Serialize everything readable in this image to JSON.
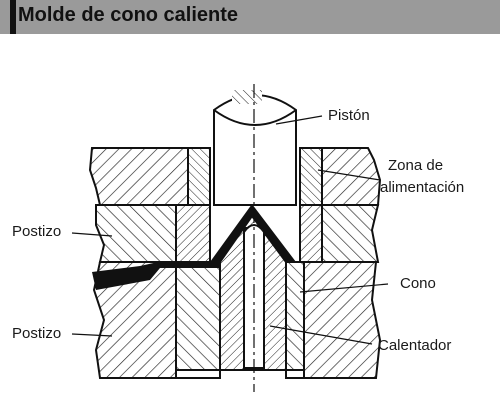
{
  "title": "Molde de cono caliente",
  "header_ghost_text": "...",
  "labels": {
    "piston": "Pistón",
    "feed_zone_1": "Zona de",
    "feed_zone_2": "alimentación",
    "insert_top": "Postizo",
    "insert_bottom": "Postizo",
    "cone": "Cono",
    "heater": "Calentador"
  },
  "colors": {
    "header_bg": "#9a9a9a",
    "ink": "#1a1a1a",
    "background": "#ffffff"
  }
}
